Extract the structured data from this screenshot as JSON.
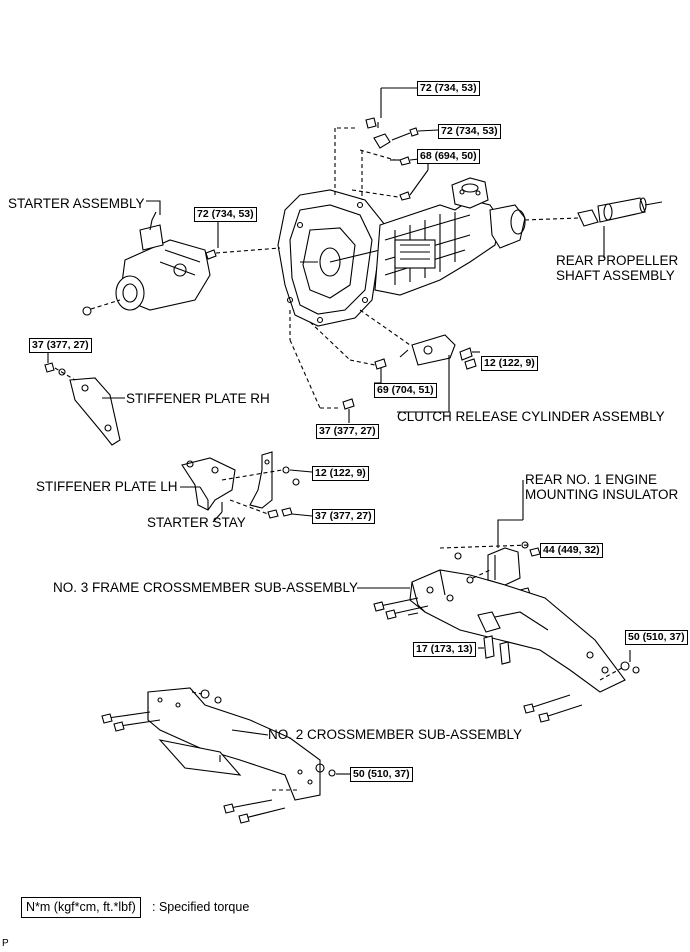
{
  "labels": {
    "starter_assembly": "STARTER ASSEMBLY",
    "rear_propeller_1": "REAR PROPELLER",
    "rear_propeller_2": "SHAFT ASSEMBLY",
    "stiffener_rh": "STIFFENER PLATE RH",
    "clutch_release": "CLUTCH RELEASE CYLINDER ASSEMBLY",
    "stiffener_lh": "STIFFENER PLATE LH",
    "starter_stay": "STARTER STAY",
    "rear_mount_1": "REAR NO. 1 ENGINE",
    "rear_mount_2": "MOUNTING INSULATOR",
    "frame_crossmember": "NO. 3 FRAME CROSSMEMBER SUB-ASSEMBLY",
    "no2_crossmember": "NO. 2 CROSSMEMBER SUB-ASSEMBLY"
  },
  "torques": {
    "t1": "72 (734, 53)",
    "t2": "72 (734, 53)",
    "t3": "68 (694, 50)",
    "t4": "72 (734, 53)",
    "t5": "37 (377, 27)",
    "t6": "12 (122, 9)",
    "t7": "69 (704, 51)",
    "t8": "37 (377, 27)",
    "t9": "12 (122, 9)",
    "t10": "37 (377, 27)",
    "t11": "44 (449, 32)",
    "t12": "50 (510, 37)",
    "t13": "17 (173, 13)",
    "t14": "50 (510, 37)"
  },
  "legend": {
    "units": "N*m (kgf*cm, ft.*lbf)",
    "description": ": Specified torque"
  },
  "footer_code": "P"
}
